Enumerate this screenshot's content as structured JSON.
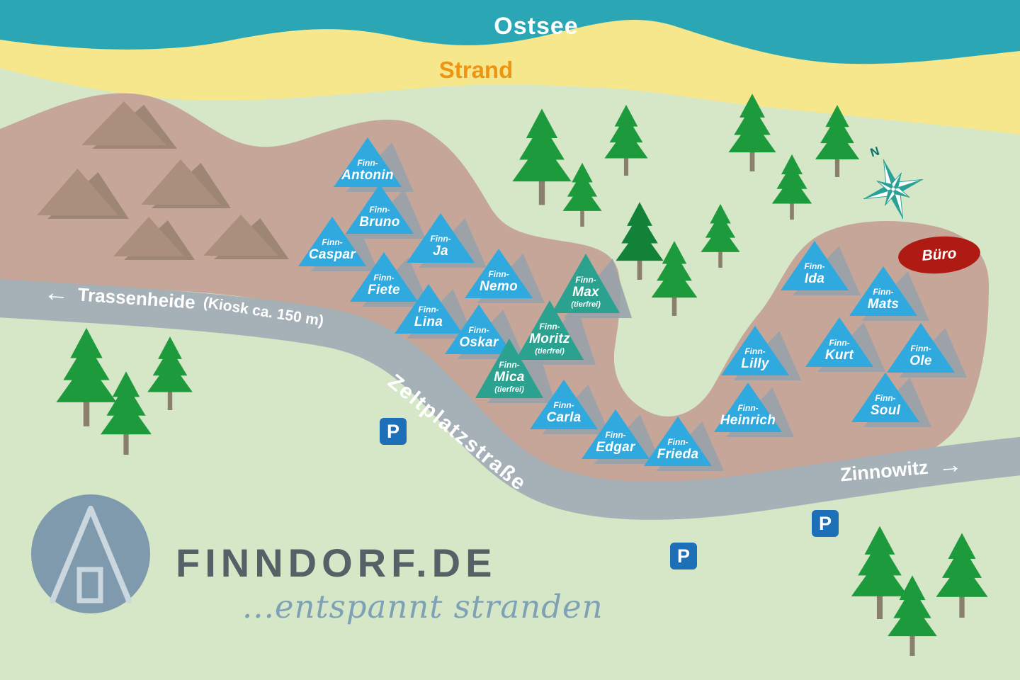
{
  "map": {
    "sea_label": "Ostsee",
    "beach_label": "Strand",
    "office_label": "Büro",
    "compass_label": "N",
    "parking_label": "P",
    "roads": {
      "west_arrow": "←",
      "west_town": "Trassenheide",
      "west_note": "(Kiosk ca. 150 m)",
      "main": "Zeltplatzstraße",
      "east": "Zinnowitz",
      "east_arrow": "→"
    },
    "huts": [
      {
        "prefix": "Finn-",
        "name": "Antonin"
      },
      {
        "prefix": "Finn-",
        "name": "Bruno"
      },
      {
        "prefix": "Finn-",
        "name": "Caspar"
      },
      {
        "prefix": "Finn-",
        "name": "Ja"
      },
      {
        "prefix": "Finn-",
        "name": "Fiete"
      },
      {
        "prefix": "Finn-",
        "name": "Nemo"
      },
      {
        "prefix": "Finn-",
        "name": "Lina"
      },
      {
        "prefix": "Finn-",
        "name": "Max",
        "note": "(tierfrei)"
      },
      {
        "prefix": "Finn-",
        "name": "Oskar"
      },
      {
        "prefix": "Finn-",
        "name": "Moritz",
        "note": "(tierfrei)"
      },
      {
        "prefix": "Finn-",
        "name": "Mica",
        "note": "(tierfrei)"
      },
      {
        "prefix": "Finn-",
        "name": "Carla"
      },
      {
        "prefix": "Finn-",
        "name": "Edgar"
      },
      {
        "prefix": "Finn-",
        "name": "Frieda"
      },
      {
        "prefix": "Finn-",
        "name": "Heinrich"
      },
      {
        "prefix": "Finn-",
        "name": "Lilly"
      },
      {
        "prefix": "Finn-",
        "name": "Kurt"
      },
      {
        "prefix": "Finn-",
        "name": "Ida"
      },
      {
        "prefix": "Finn-",
        "name": "Mats"
      },
      {
        "prefix": "Finn-",
        "name": "Ole"
      },
      {
        "prefix": "Finn-",
        "name": "Soul"
      }
    ]
  },
  "logo": {
    "title": "FINNDORF.DE",
    "tagline": "...entspannt stranden"
  },
  "colors": {
    "water": "#2BA6B4",
    "sand": "#F6E78C",
    "grass": "#D5E7C6",
    "terrain": "#C7A69A",
    "road": "#A5B0B7",
    "hut_blue": "#2FA9DE",
    "hut_teal": "#2BA18F",
    "hut_shadow": "#97A2AA",
    "tree_green": "#1D9B3C",
    "parking_blue": "#1D6FB8",
    "office_red": "#AF1A12",
    "compass_teal": "#2AA196",
    "strand_orange": "#EF9412",
    "ostsee_white": "#FFFFFF",
    "brand_gray": "#566066",
    "tagline_blue": "#7FA1B5",
    "logo_circle": "#7E9AAC"
  }
}
